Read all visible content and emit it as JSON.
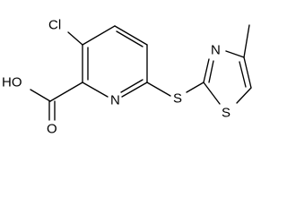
{
  "atoms": {
    "chlorine": "Cl",
    "hydroxyl": "HO",
    "carbonyl_oxygen": "O",
    "pyridine_nitrogen": "N",
    "thioether_sulfur": "S",
    "thiazole_nitrogen": "N",
    "thiazole_sulfur": "S"
  },
  "colors": {
    "ink": "#000000",
    "background": "#ffffff"
  }
}
